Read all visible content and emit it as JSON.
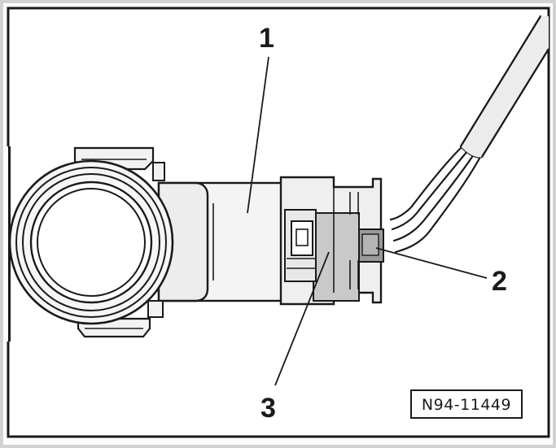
{
  "callouts": [
    {
      "id": "1",
      "label": "1"
    },
    {
      "id": "2",
      "label": "2"
    },
    {
      "id": "3",
      "label": "3"
    }
  ],
  "figure_id": "N94-11449",
  "colors": {
    "line": "#1a1a1a",
    "body_fill": "#f4f4f4",
    "shade_light": "#dcdcdc",
    "shade_mid": "#c6c6c6",
    "shade_dark": "#9a9a9a",
    "scan_border": "#c9c9c9"
  }
}
